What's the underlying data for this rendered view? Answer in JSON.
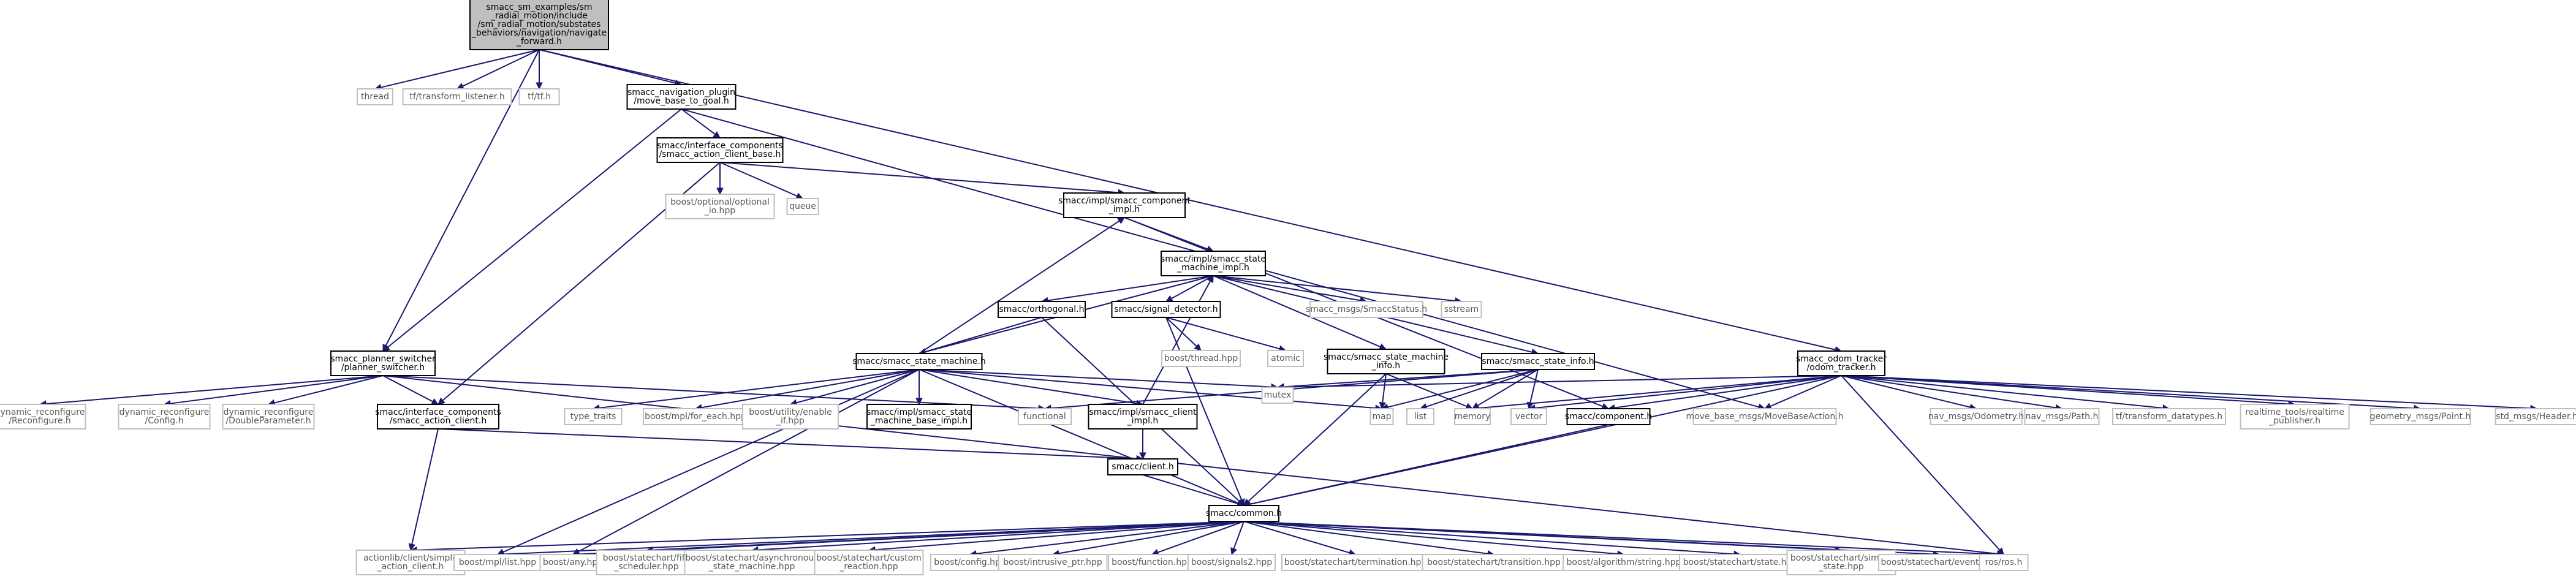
{
  "diagram": {
    "type": "include-dependency-graph",
    "nodes": [
      {
        "id": "root",
        "lines": [
          "smacc_sm_examples/sm",
          "_radial_motion/include",
          "/sm_radial_motion/substates",
          "_behaviors/navigation/navigate",
          "_forward.h"
        ],
        "kind": "root"
      },
      {
        "id": "thread",
        "lines": [
          "thread"
        ],
        "kind": "ext"
      },
      {
        "id": "tf_listener",
        "lines": [
          "tf/transform_listener.h"
        ],
        "kind": "ext"
      },
      {
        "id": "tf",
        "lines": [
          "tf/tf.h"
        ],
        "kind": "ext"
      },
      {
        "id": "move_base",
        "lines": [
          "smacc_navigation_plugin",
          "/move_base_to_goal.h"
        ],
        "kind": "doc"
      },
      {
        "id": "odom",
        "lines": [
          "smacc_odom_tracker",
          "/odom_tracker.h"
        ],
        "kind": "doc"
      },
      {
        "id": "planner",
        "lines": [
          "smacc_planner_switcher",
          "/planner_switcher.h"
        ],
        "kind": "doc"
      },
      {
        "id": "acb",
        "lines": [
          "smacc/interface_components",
          "/smacc_action_client_base.h"
        ],
        "kind": "doc"
      },
      {
        "id": "optional",
        "lines": [
          "boost/optional/optional",
          "_io.hpp"
        ],
        "kind": "ext"
      },
      {
        "id": "queue",
        "lines": [
          "queue"
        ],
        "kind": "ext"
      },
      {
        "id": "comp_impl",
        "lines": [
          "smacc/impl/smacc_component",
          "_impl.h"
        ],
        "kind": "doc"
      },
      {
        "id": "sm_impl",
        "lines": [
          "smacc/impl/smacc_state",
          "_machine_impl.h"
        ],
        "kind": "doc"
      },
      {
        "id": "orthogonal",
        "lines": [
          "smacc/orthogonal.h"
        ],
        "kind": "doc"
      },
      {
        "id": "signal",
        "lines": [
          "smacc/signal_detector.h"
        ],
        "kind": "doc"
      },
      {
        "id": "status",
        "lines": [
          "smacc_msgs/SmaccStatus.h"
        ],
        "kind": "ext"
      },
      {
        "id": "sstream",
        "lines": [
          "sstream"
        ],
        "kind": "ext"
      },
      {
        "id": "boost_thread",
        "lines": [
          "boost/thread.hpp"
        ],
        "kind": "ext"
      },
      {
        "id": "atomic",
        "lines": [
          "atomic"
        ],
        "kind": "ext"
      },
      {
        "id": "sm_info",
        "lines": [
          "smacc/smacc_state_machine",
          "_info.h"
        ],
        "kind": "doc"
      },
      {
        "id": "state_info",
        "lines": [
          "smacc/smacc_state_info.h"
        ],
        "kind": "doc"
      },
      {
        "id": "ssm",
        "lines": [
          "smacc/smacc_state_machine.h"
        ],
        "kind": "doc"
      },
      {
        "id": "dr_reconf",
        "lines": [
          "dynamic_reconfigure",
          "/Reconfigure.h"
        ],
        "kind": "ext"
      },
      {
        "id": "dr_config",
        "lines": [
          "dynamic_reconfigure",
          "/Config.h"
        ],
        "kind": "ext"
      },
      {
        "id": "dr_double",
        "lines": [
          "dynamic_reconfigure",
          "/DoubleParameter.h"
        ],
        "kind": "ext"
      },
      {
        "id": "ac",
        "lines": [
          "smacc/interface_components",
          "/smacc_action_client.h"
        ],
        "kind": "doc"
      },
      {
        "id": "type_traits",
        "lines": [
          "type_traits"
        ],
        "kind": "ext"
      },
      {
        "id": "for_each",
        "lines": [
          "boost/mpl/for_each.hpp"
        ],
        "kind": "ext"
      },
      {
        "id": "enable_if",
        "lines": [
          "boost/utility/enable",
          "_if.hpp"
        ],
        "kind": "ext"
      },
      {
        "id": "ssm_base_impl",
        "lines": [
          "smacc/impl/smacc_state",
          "_machine_base_impl.h"
        ],
        "kind": "doc"
      },
      {
        "id": "functional",
        "lines": [
          "functional"
        ],
        "kind": "ext"
      },
      {
        "id": "client_impl",
        "lines": [
          "smacc/impl/smacc_client",
          "_impl.h"
        ],
        "kind": "doc"
      },
      {
        "id": "mutex",
        "lines": [
          "mutex"
        ],
        "kind": "ext"
      },
      {
        "id": "map",
        "lines": [
          "map"
        ],
        "kind": "ext"
      },
      {
        "id": "list",
        "lines": [
          "list"
        ],
        "kind": "ext"
      },
      {
        "id": "memory",
        "lines": [
          "memory"
        ],
        "kind": "ext"
      },
      {
        "id": "vector",
        "lines": [
          "vector"
        ],
        "kind": "ext"
      },
      {
        "id": "component",
        "lines": [
          "smacc/component.h"
        ],
        "kind": "doc"
      },
      {
        "id": "mbaction",
        "lines": [
          "move_base_msgs/MoveBaseAction.h"
        ],
        "kind": "ext"
      },
      {
        "id": "odometry",
        "lines": [
          "nav_msgs/Odometry.h"
        ],
        "kind": "ext"
      },
      {
        "id": "path",
        "lines": [
          "nav_msgs/Path.h"
        ],
        "kind": "ext"
      },
      {
        "id": "tf_dt",
        "lines": [
          "tf/transform_datatypes.h"
        ],
        "kind": "ext"
      },
      {
        "id": "rt_pub",
        "lines": [
          "realtime_tools/realtime",
          "_publisher.h"
        ],
        "kind": "ext"
      },
      {
        "id": "point",
        "lines": [
          "geometry_msgs/Point.h"
        ],
        "kind": "ext"
      },
      {
        "id": "header",
        "lines": [
          "std_msgs/Header.h"
        ],
        "kind": "ext"
      },
      {
        "id": "client",
        "lines": [
          "smacc/client.h"
        ],
        "kind": "doc"
      },
      {
        "id": "common",
        "lines": [
          "smacc/common.h"
        ],
        "kind": "doc"
      },
      {
        "id": "simple_ac",
        "lines": [
          "actionlib/client/simple",
          "_action_client.h"
        ],
        "kind": "ext"
      },
      {
        "id": "mpl_list",
        "lines": [
          "boost/mpl/list.hpp"
        ],
        "kind": "ext"
      },
      {
        "id": "any",
        "lines": [
          "boost/any.hpp"
        ],
        "kind": "ext"
      },
      {
        "id": "fifo",
        "lines": [
          "boost/statechart/fifo",
          "_scheduler.hpp"
        ],
        "kind": "ext"
      },
      {
        "id": "async",
        "lines": [
          "boost/statechart/asynchronous",
          "_state_machine.hpp"
        ],
        "kind": "ext"
      },
      {
        "id": "custom",
        "lines": [
          "boost/statechart/custom",
          "_reaction.hpp"
        ],
        "kind": "ext"
      },
      {
        "id": "config",
        "lines": [
          "boost/config.hpp"
        ],
        "kind": "ext"
      },
      {
        "id": "intrusive",
        "lines": [
          "boost/intrusive_ptr.hpp"
        ],
        "kind": "ext"
      },
      {
        "id": "function",
        "lines": [
          "boost/function.hpp"
        ],
        "kind": "ext"
      },
      {
        "id": "signals2",
        "lines": [
          "boost/signals2.hpp"
        ],
        "kind": "ext"
      },
      {
        "id": "termination",
        "lines": [
          "boost/statechart/termination.hpp"
        ],
        "kind": "ext"
      },
      {
        "id": "transition",
        "lines": [
          "boost/statechart/transition.hpp"
        ],
        "kind": "ext"
      },
      {
        "id": "algo_string",
        "lines": [
          "boost/algorithm/string.hpp"
        ],
        "kind": "ext"
      },
      {
        "id": "state_hpp",
        "lines": [
          "boost/statechart/state.hpp"
        ],
        "kind": "ext"
      },
      {
        "id": "simple_state",
        "lines": [
          "boost/statechart/simple",
          "_state.hpp"
        ],
        "kind": "ext"
      },
      {
        "id": "event",
        "lines": [
          "boost/statechart/event.hpp"
        ],
        "kind": "ext"
      },
      {
        "id": "ros",
        "lines": [
          "ros/ros.h"
        ],
        "kind": "ext"
      }
    ],
    "edges": [
      [
        "root",
        "thread"
      ],
      [
        "root",
        "tf_listener"
      ],
      [
        "root",
        "tf"
      ],
      [
        "root",
        "move_base"
      ],
      [
        "root",
        "odom"
      ],
      [
        "root",
        "planner"
      ],
      [
        "move_base",
        "acb"
      ],
      [
        "move_base",
        "mbaction"
      ],
      [
        "move_base",
        "planner"
      ],
      [
        "acb",
        "optional"
      ],
      [
        "acb",
        "queue"
      ],
      [
        "acb",
        "comp_impl"
      ],
      [
        "acb",
        "ac"
      ],
      [
        "comp_impl",
        "sm_impl"
      ],
      [
        "comp_impl",
        "component"
      ],
      [
        "sm_impl",
        "orthogonal"
      ],
      [
        "sm_impl",
        "signal"
      ],
      [
        "sm_impl",
        "status"
      ],
      [
        "sm_impl",
        "sstream"
      ],
      [
        "sm_impl",
        "sm_info"
      ],
      [
        "sm_impl",
        "state_info"
      ],
      [
        "sm_impl",
        "ssm"
      ],
      [
        "orthogonal",
        "ssm"
      ],
      [
        "orthogonal",
        "common"
      ],
      [
        "signal",
        "boost_thread"
      ],
      [
        "signal",
        "atomic"
      ],
      [
        "signal",
        "common"
      ],
      [
        "sm_info",
        "map"
      ],
      [
        "sm_info",
        "memory"
      ],
      [
        "sm_info",
        "common"
      ],
      [
        "state_info",
        "functional"
      ],
      [
        "state_info",
        "mutex"
      ],
      [
        "state_info",
        "map"
      ],
      [
        "state_info",
        "list"
      ],
      [
        "state_info",
        "memory"
      ],
      [
        "state_info",
        "vector"
      ],
      [
        "ssm",
        "type_traits"
      ],
      [
        "ssm",
        "for_each"
      ],
      [
        "ssm",
        "enable_if"
      ],
      [
        "ssm",
        "ssm_base_impl"
      ],
      [
        "ssm",
        "client_impl"
      ],
      [
        "ssm",
        "mutex"
      ],
      [
        "ssm",
        "map"
      ],
      [
        "ssm",
        "common"
      ],
      [
        "ssm",
        "mpl_list"
      ],
      [
        "ssm",
        "any"
      ],
      [
        "ssm",
        "comp_impl"
      ],
      [
        "client_impl",
        "client"
      ],
      [
        "client_impl",
        "sm_impl"
      ],
      [
        "planner",
        "dr_reconf"
      ],
      [
        "planner",
        "dr_config"
      ],
      [
        "planner",
        "dr_double"
      ],
      [
        "planner",
        "ac"
      ],
      [
        "planner",
        "functional"
      ],
      [
        "planner",
        "ros"
      ],
      [
        "ac",
        "client"
      ],
      [
        "ac",
        "simple_ac"
      ],
      [
        "client",
        "common"
      ],
      [
        "component",
        "common"
      ],
      [
        "odom",
        "component"
      ],
      [
        "odom",
        "mbaction"
      ],
      [
        "odom",
        "odometry"
      ],
      [
        "odom",
        "path"
      ],
      [
        "odom",
        "tf_dt"
      ],
      [
        "odom",
        "rt_pub"
      ],
      [
        "odom",
        "point"
      ],
      [
        "odom",
        "header"
      ],
      [
        "odom",
        "vector"
      ],
      [
        "odom",
        "memory"
      ],
      [
        "odom",
        "mutex"
      ],
      [
        "odom",
        "common"
      ],
      [
        "odom",
        "ros"
      ],
      [
        "common",
        "simple_ac"
      ],
      [
        "common",
        "mpl_list"
      ],
      [
        "common",
        "any"
      ],
      [
        "common",
        "fifo"
      ],
      [
        "common",
        "async"
      ],
      [
        "common",
        "custom"
      ],
      [
        "common",
        "config"
      ],
      [
        "common",
        "intrusive"
      ],
      [
        "common",
        "function"
      ],
      [
        "common",
        "signals2"
      ],
      [
        "common",
        "termination"
      ],
      [
        "common",
        "transition"
      ],
      [
        "common",
        "algo_string"
      ],
      [
        "common",
        "state_hpp"
      ],
      [
        "common",
        "simple_state"
      ],
      [
        "common",
        "event"
      ],
      [
        "common",
        "ros"
      ]
    ]
  }
}
